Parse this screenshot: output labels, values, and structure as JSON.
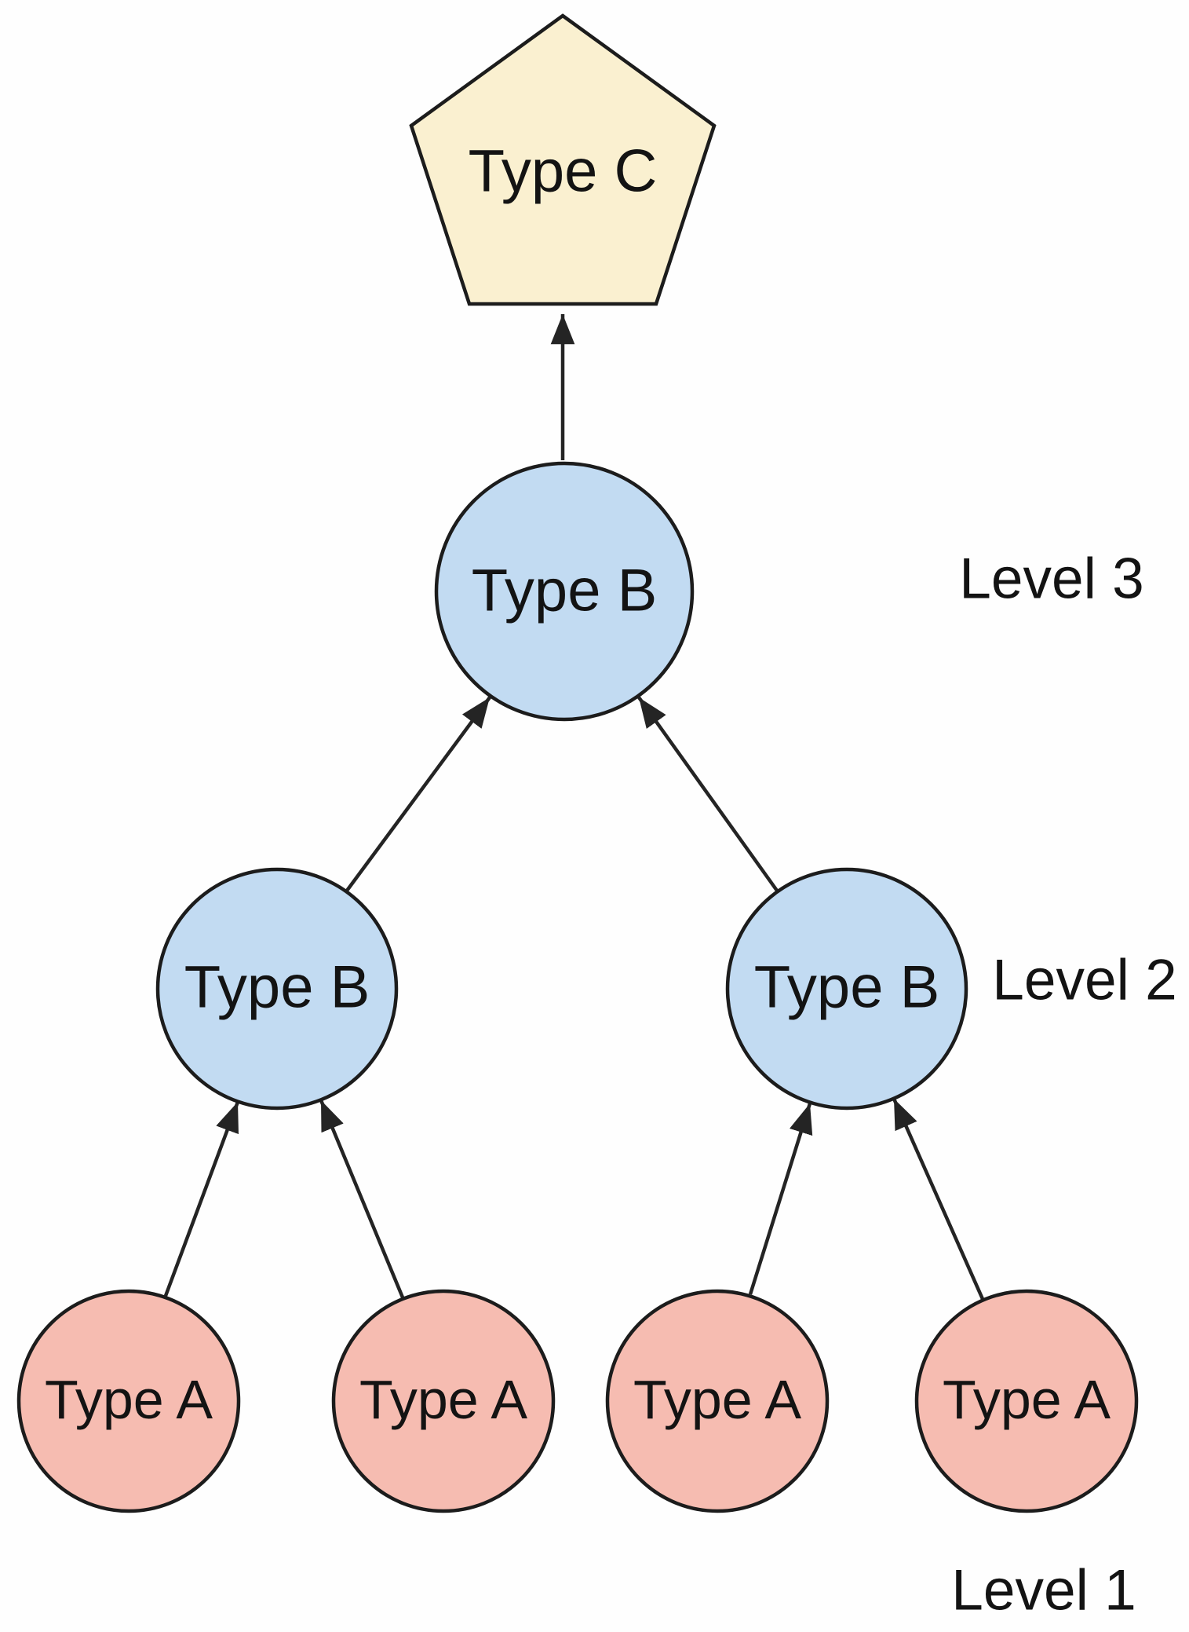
{
  "colors": {
    "background": "#FEFEFE",
    "outline": "#1C1C1C",
    "arrow": "#242424",
    "text": "#131313",
    "pentagon_fill": "#FAF0D0",
    "type_b_fill": "#C2DBF2",
    "type_a_fill": "#F6BCB1"
  },
  "nodes": {
    "type_c": {
      "label": "Type C"
    },
    "type_b_level3": {
      "label": "Type B"
    },
    "type_b_level2_left": {
      "label": "Type B"
    },
    "type_b_level2_right": {
      "label": "Type B"
    },
    "type_a_1": {
      "label": "Type A"
    },
    "type_a_2": {
      "label": "Type A"
    },
    "type_a_3": {
      "label": "Type A"
    },
    "type_a_4": {
      "label": "Type A"
    }
  },
  "level_labels": {
    "level3": "Level 3",
    "level2": "Level 2",
    "level1": "Level 1"
  }
}
